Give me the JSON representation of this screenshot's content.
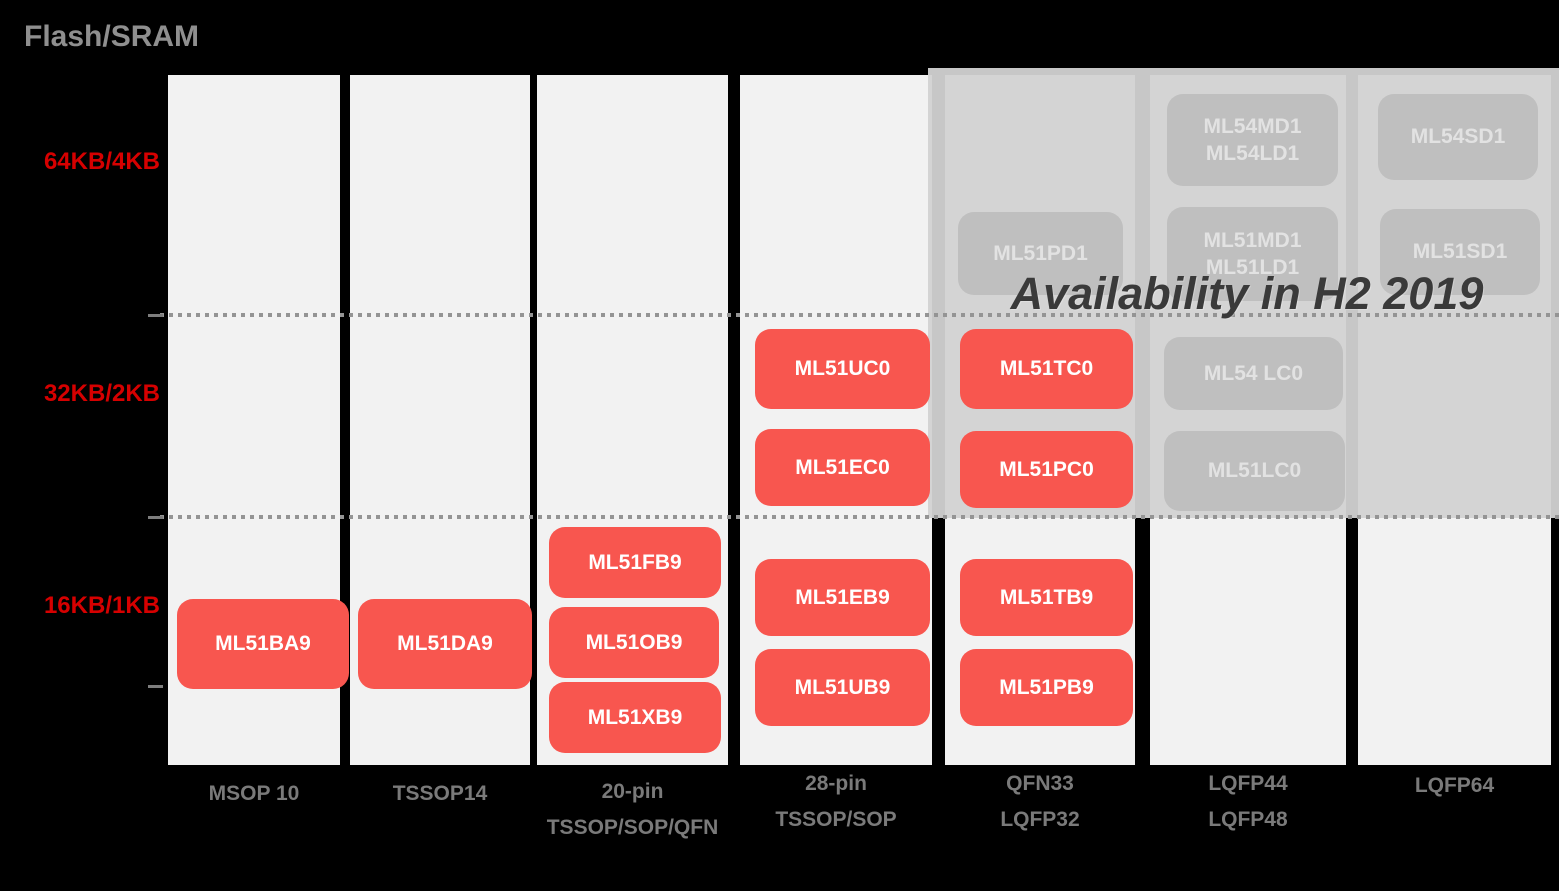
{
  "title": "Flash/SRAM",
  "annotation": "Availability in H2 2019",
  "y_axis": [
    "64KB/4KB",
    "32KB/2KB",
    "16KB/1KB"
  ],
  "x_axis": [
    "MSOP 10",
    "TSSOP14",
    "20-pin\nTSSOP/SOP/QFN",
    "28-pin\nTSSOP/SOP",
    "QFN33\nLQFP32",
    "LQFP44\nLQFP48",
    "LQFP64"
  ],
  "parts": {
    "ml51ba9": "ML51BA9",
    "ml51da9": "ML51DA9",
    "ml51fb9": "ML51FB9",
    "ml51ob9": "ML51OB9",
    "ml51xb9": "ML51XB9",
    "ml51uc0": "ML51UC0",
    "ml51ec0": "ML51EC0",
    "ml51eb9": "ML51EB9",
    "ml51ub9": "ML51UB9",
    "ml51tc0": "ML51TC0",
    "ml51pc0": "ML51PC0",
    "ml51tb9": "ML51TB9",
    "ml51pb9": "ML51PB9",
    "ml51pd1": "ML51PD1",
    "ml54md1_ld1": "ML54MD1\nML54LD1",
    "ml51md1_ld1": "ML51MD1\nML51LD1",
    "ml54lc0": "ML54 LC0",
    "ml51lc0": "ML51LC0",
    "ml54sd1": "ML54SD1",
    "ml51sd1": "ML51SD1"
  },
  "colors": {
    "available_box": "#f8564f",
    "planned_box": "#bfbfbf",
    "column_background": "#f2f2f2",
    "overlay_background": "#d2d2d2",
    "y_label": "#d60000",
    "x_label": "#7a7a7a",
    "title": "#8f8f8f"
  },
  "chart_data": {
    "type": "table",
    "title": "Flash/SRAM",
    "x_categories": [
      "MSOP 10",
      "TSSOP14",
      "20-pin TSSOP/SOP/QFN",
      "28-pin TSSOP/SOP",
      "QFN33 LQFP32",
      "LQFP44 LQFP48",
      "LQFP64"
    ],
    "y_categories": [
      "64KB/4KB",
      "32KB/2KB",
      "16KB/1KB"
    ],
    "annotation": "Availability in H2 2019",
    "cells": [
      {
        "package": "MSOP 10",
        "memory": "16KB/1KB",
        "parts": [
          "ML51BA9"
        ],
        "status": "available"
      },
      {
        "package": "TSSOP14",
        "memory": "16KB/1KB",
        "parts": [
          "ML51DA9"
        ],
        "status": "available"
      },
      {
        "package": "20-pin TSSOP/SOP/QFN",
        "memory": "16KB/1KB",
        "parts": [
          "ML51FB9",
          "ML51OB9",
          "ML51XB9"
        ],
        "status": "available"
      },
      {
        "package": "28-pin TSSOP/SOP",
        "memory": "32KB/2KB",
        "parts": [
          "ML51UC0",
          "ML51EC0"
        ],
        "status": "available"
      },
      {
        "package": "28-pin TSSOP/SOP",
        "memory": "16KB/1KB",
        "parts": [
          "ML51EB9",
          "ML51UB9"
        ],
        "status": "available"
      },
      {
        "package": "QFN33 LQFP32",
        "memory": "64KB/4KB",
        "parts": [
          "ML51PD1"
        ],
        "status": "H2 2019"
      },
      {
        "package": "QFN33 LQFP32",
        "memory": "32KB/2KB",
        "parts": [
          "ML51TC0",
          "ML51PC0"
        ],
        "status": "available"
      },
      {
        "package": "QFN33 LQFP32",
        "memory": "16KB/1KB",
        "parts": [
          "ML51TB9",
          "ML51PB9"
        ],
        "status": "available"
      },
      {
        "package": "LQFP44 LQFP48",
        "memory": "64KB/4KB",
        "parts": [
          "ML54MD1",
          "ML54LD1",
          "ML51MD1",
          "ML51LD1"
        ],
        "status": "H2 2019"
      },
      {
        "package": "LQFP44 LQFP48",
        "memory": "32KB/2KB",
        "parts": [
          "ML54 LC0",
          "ML51LC0"
        ],
        "status": "H2 2019"
      },
      {
        "package": "LQFP64",
        "memory": "64KB/4KB",
        "parts": [
          "ML54SD1",
          "ML51SD1"
        ],
        "status": "H2 2019"
      }
    ]
  }
}
